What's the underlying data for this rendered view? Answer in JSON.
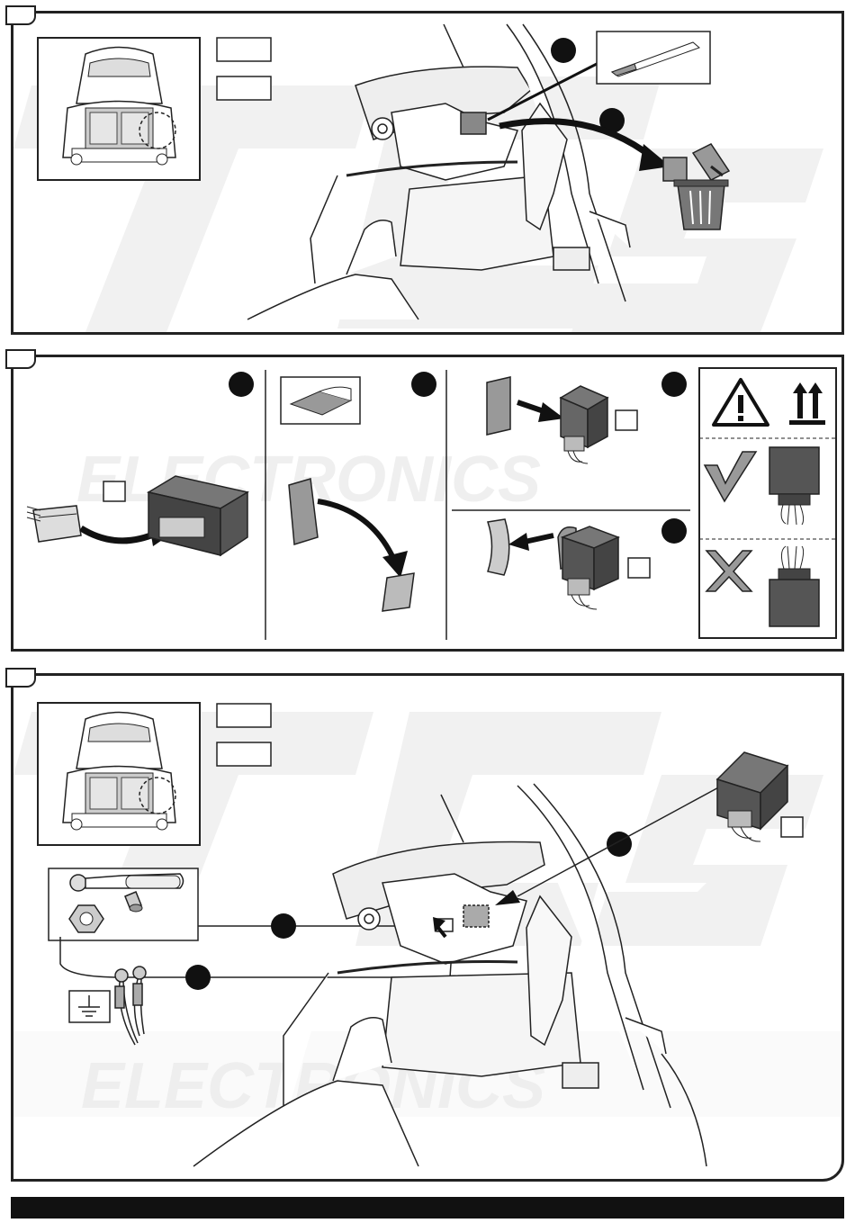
{
  "watermark": {
    "logo_letters": "TCS",
    "text": "ELECTRONICS"
  },
  "colors": {
    "line": "#222222",
    "shade": "#777777",
    "light": "#bbbbbb",
    "module": "#555555",
    "watermark": "#eeeeee",
    "bar": "#111111"
  },
  "steps": [
    {
      "id": "step-1",
      "callouts": 2,
      "icons": [
        "car-rear-open-icon",
        "cutter-knife-icon",
        "trash-bin-icon",
        "plug-cap-icon"
      ]
    },
    {
      "id": "step-2",
      "callouts": 4,
      "icons": [
        "connector-plug-icon",
        "module-box-icon",
        "adhesive-pad-icon",
        "warning-triangle-icon",
        "this-way-up-icon",
        "check-mark-icon",
        "cross-mark-icon"
      ]
    },
    {
      "id": "step-3",
      "callouts": 3,
      "icons": [
        "car-rear-open-icon",
        "ratchet-wrench-icon",
        "nut-icon",
        "socket-icon",
        "ground-symbol-icon",
        "ring-terminal-icon",
        "module-box-icon"
      ]
    }
  ]
}
